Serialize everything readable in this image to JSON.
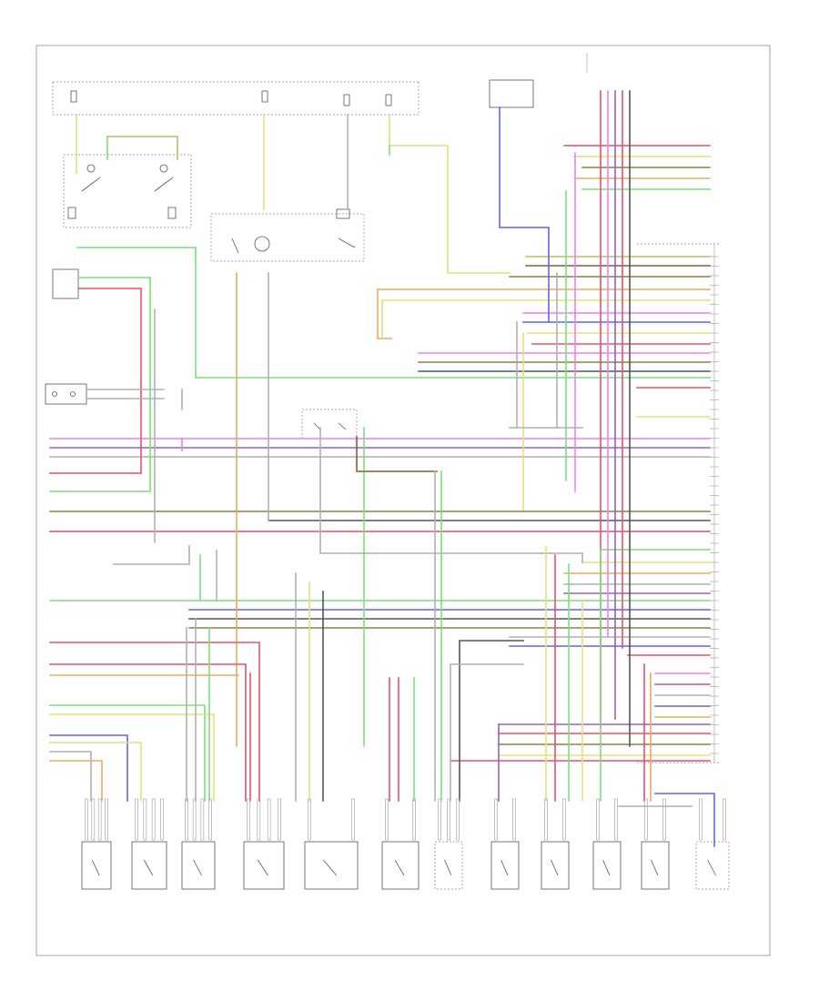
{
  "diagram": {
    "code": "",
    "palette": {
      "red": "#e8506a",
      "pink": "#ee82ee",
      "green": "#7ddf7d",
      "yellow": "#e6e07a",
      "orange": "#f0a860",
      "olive": "#8b8040",
      "blue": "#6464e6",
      "violet": "#9b5fbf",
      "grey": "#b0b0b0",
      "dark": "#555555",
      "tan": "#c8b46e",
      "lightgreen": "#a6ec9a",
      "brown": "#8b5a3c"
    },
    "blocks": [
      {
        "name": "top-left-fuse-block",
        "label": "",
        "lines": []
      },
      {
        "name": "top-center-fuse-block",
        "label": "",
        "lines": []
      },
      {
        "name": "top-right-connector",
        "label": "",
        "lines": []
      },
      {
        "name": "powertrain-control-module",
        "label": "",
        "lines": []
      }
    ],
    "sensors": [
      {
        "name": "sensor-1",
        "label": ""
      },
      {
        "name": "sensor-2",
        "label": ""
      },
      {
        "name": "sensor-3",
        "label": ""
      },
      {
        "name": "sensor-4",
        "label": ""
      },
      {
        "name": "sensor-5",
        "label": ""
      },
      {
        "name": "sensor-6",
        "label": ""
      },
      {
        "name": "sensor-7",
        "label": ""
      },
      {
        "name": "sensor-8",
        "label": ""
      },
      {
        "name": "sensor-9",
        "label": ""
      },
      {
        "name": "sensor-10",
        "label": ""
      },
      {
        "name": "sensor-11",
        "label": ""
      },
      {
        "name": "sensor-12",
        "label": ""
      }
    ]
  }
}
